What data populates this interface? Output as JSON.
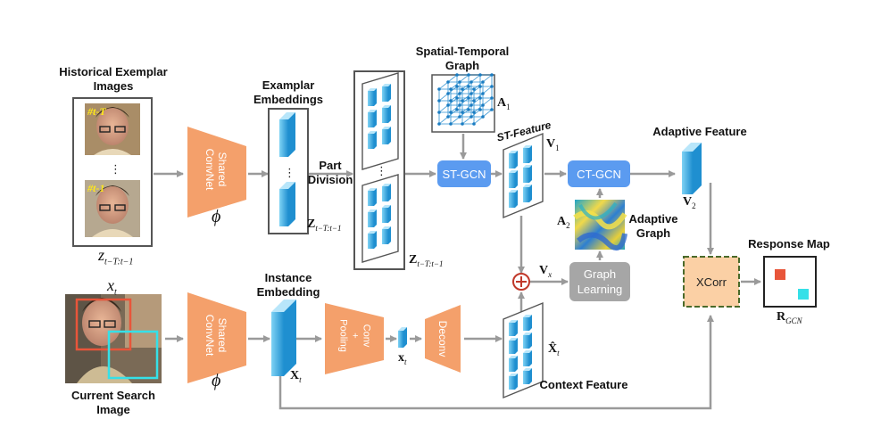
{
  "labels": {
    "historical_exemplar": "Historical Exemplar\nImages",
    "exemplar_embeddings": "Examplar\nEmbeddings",
    "part_division": "Part\nDivision",
    "spatial_temporal_graph": "Spatial-Temporal\nGraph",
    "st_feature": "ST-Feature",
    "adaptive_feature": "Adaptive Feature",
    "adaptive_graph": "Adaptive\nGraph",
    "response_map": "Response Map",
    "instance_embedding": "Instance\nEmbedding",
    "current_search": "Current Search\nImage",
    "context_feature": "Context  Feature"
  },
  "nodes": {
    "shared_convnet": "Shared\nConvNet",
    "st_gcn": "ST-GCN",
    "ct_gcn": "CT-GCN",
    "graph_learning": "Graph\nLearning",
    "xcorr": "XCorr",
    "conv_pooling": "Conv\n+\nPooling",
    "deconv": "Deconv"
  },
  "frame_tags": {
    "first": "#t-T",
    "last": "#t-1"
  },
  "math": {
    "phi": "ϕ",
    "z_hist": "z",
    "z_hist_sub": "t−T:t−1",
    "x_t": "x",
    "x_t_sub": "t",
    "Z_emb": "Z",
    "Z_emb_sub": "t−T:t−1",
    "Z_part": "Z",
    "Z_part_sub": "t−T:t−1",
    "A1": "A",
    "A1_sub": "1",
    "A2": "A",
    "A2_sub": "2",
    "V1": "V",
    "V1_sub": "1",
    "V2": "V",
    "V2_sub": "2",
    "Vx": "V",
    "Vx_sub": "x",
    "X_t": "X",
    "X_t_sub": "t",
    "x_small": "x",
    "x_small_sub": "t",
    "X_hat": "X̂",
    "X_hat_sub": "t",
    "R_gcn": "R",
    "R_gcn_sub": "GCN",
    "dots": "⋮"
  },
  "colors": {
    "convnet_orange": "#f4a06b",
    "blue_node": "#5b9bf0",
    "gray_node": "#a6a6a6",
    "xcorr_fill": "#fbd0a5",
    "xcorr_border": "#4a6a2a",
    "cube_blue": "#3aa8e0",
    "response_red": "#e8553a",
    "response_cyan": "#35e0e8"
  }
}
